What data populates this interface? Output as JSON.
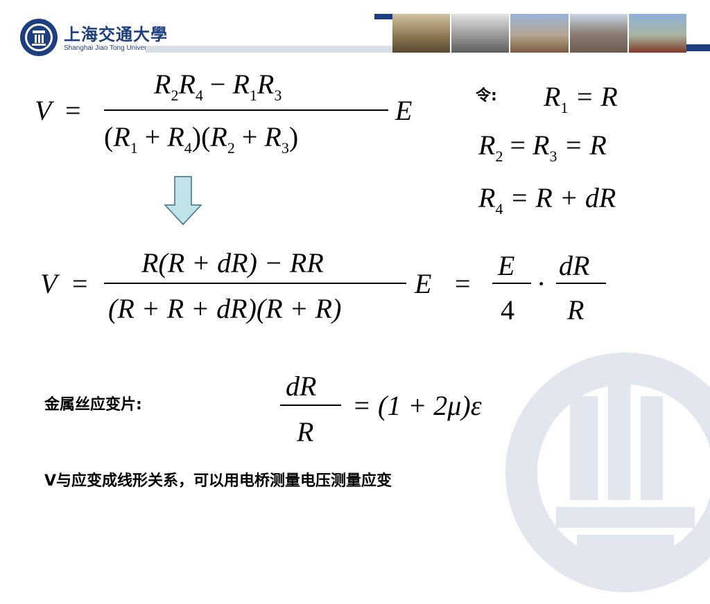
{
  "header": {
    "university_cn": "上海交通大學",
    "university_en": "Shanghai Jiao Tong Univer..."
  },
  "labels": {
    "let": "令:",
    "strain_gauge": "金属丝应变片:",
    "conclusion": "V与应变成线形关系，可以用电桥测量电压测量应变"
  },
  "eq1": {
    "lhs": "V",
    "equals": "=",
    "num_a": "R",
    "num_a_sub1": "2",
    "num_a2": "R",
    "num_a_sub2": "4",
    "num_minus": "−",
    "num_b": "R",
    "num_b_sub1": "1",
    "num_b2": "R",
    "num_b_sub2": "3",
    "den_text1": "(",
    "den_r1": "R",
    "den_s1": "1",
    "den_plus1": "+",
    "den_r4": "R",
    "den_s4": "4",
    "den_mid": ")(",
    "den_r2": "R",
    "den_s2": "2",
    "den_plus2": "+",
    "den_r3": "R",
    "den_s3": "3",
    "den_close": ")",
    "rhs": "E"
  },
  "conditions": {
    "c1_lhs": "R",
    "c1_sub": "1",
    "c1_rhs": "= R",
    "c2_a": "R",
    "c2_a_sub": "2",
    "c2_eq1": "=",
    "c2_b": "R",
    "c2_b_sub": "3",
    "c2_rest": "= R",
    "c3_lhs": "R",
    "c3_sub": "4",
    "c3_rhs": "= R + dR"
  },
  "eq2": {
    "lhs": "V",
    "equals": "=",
    "numerator": "R(R + dR) − RR",
    "denominator": "(R + R + dR)(R + R)",
    "E": "E",
    "equals2": "=",
    "frac1_num": "E",
    "frac1_den": "4",
    "dot": "·",
    "frac2_num": "dR",
    "frac2_den": "R"
  },
  "eq3": {
    "num": "dR",
    "den": "R",
    "rhs": "= (1 + 2μ)ε"
  },
  "colors": {
    "brand_navy": "#1d3f7f",
    "arrow_fill": "#bfe3e6",
    "watermark": "#c9d3e3"
  }
}
